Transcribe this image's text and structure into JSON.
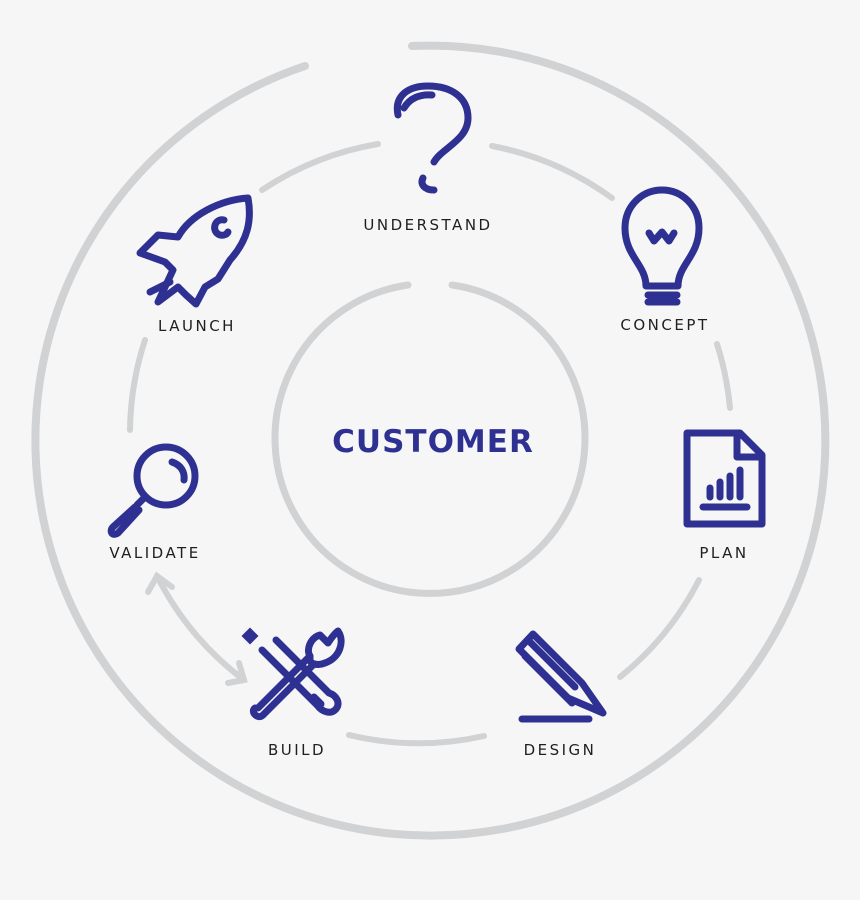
{
  "center": {
    "label": "CUSTOMER"
  },
  "stages": [
    {
      "id": "understand",
      "label": "UNDERSTAND",
      "icon": "question-mark-icon"
    },
    {
      "id": "concept",
      "label": "CONCEPT",
      "icon": "lightbulb-icon"
    },
    {
      "id": "plan",
      "label": "PLAN",
      "icon": "document-chart-icon"
    },
    {
      "id": "design",
      "label": "DESIGN",
      "icon": "pencil-icon"
    },
    {
      "id": "build",
      "label": "BUILD",
      "icon": "tools-icon"
    },
    {
      "id": "validate",
      "label": "VALIDATE",
      "icon": "magnifier-icon"
    },
    {
      "id": "launch",
      "label": "LAUNCH",
      "icon": "rocket-icon"
    }
  ],
  "colors": {
    "accent": "#2e3192",
    "ring": "#d1d2d4",
    "background": "#f6f6f7",
    "text": "#1f1f22"
  }
}
